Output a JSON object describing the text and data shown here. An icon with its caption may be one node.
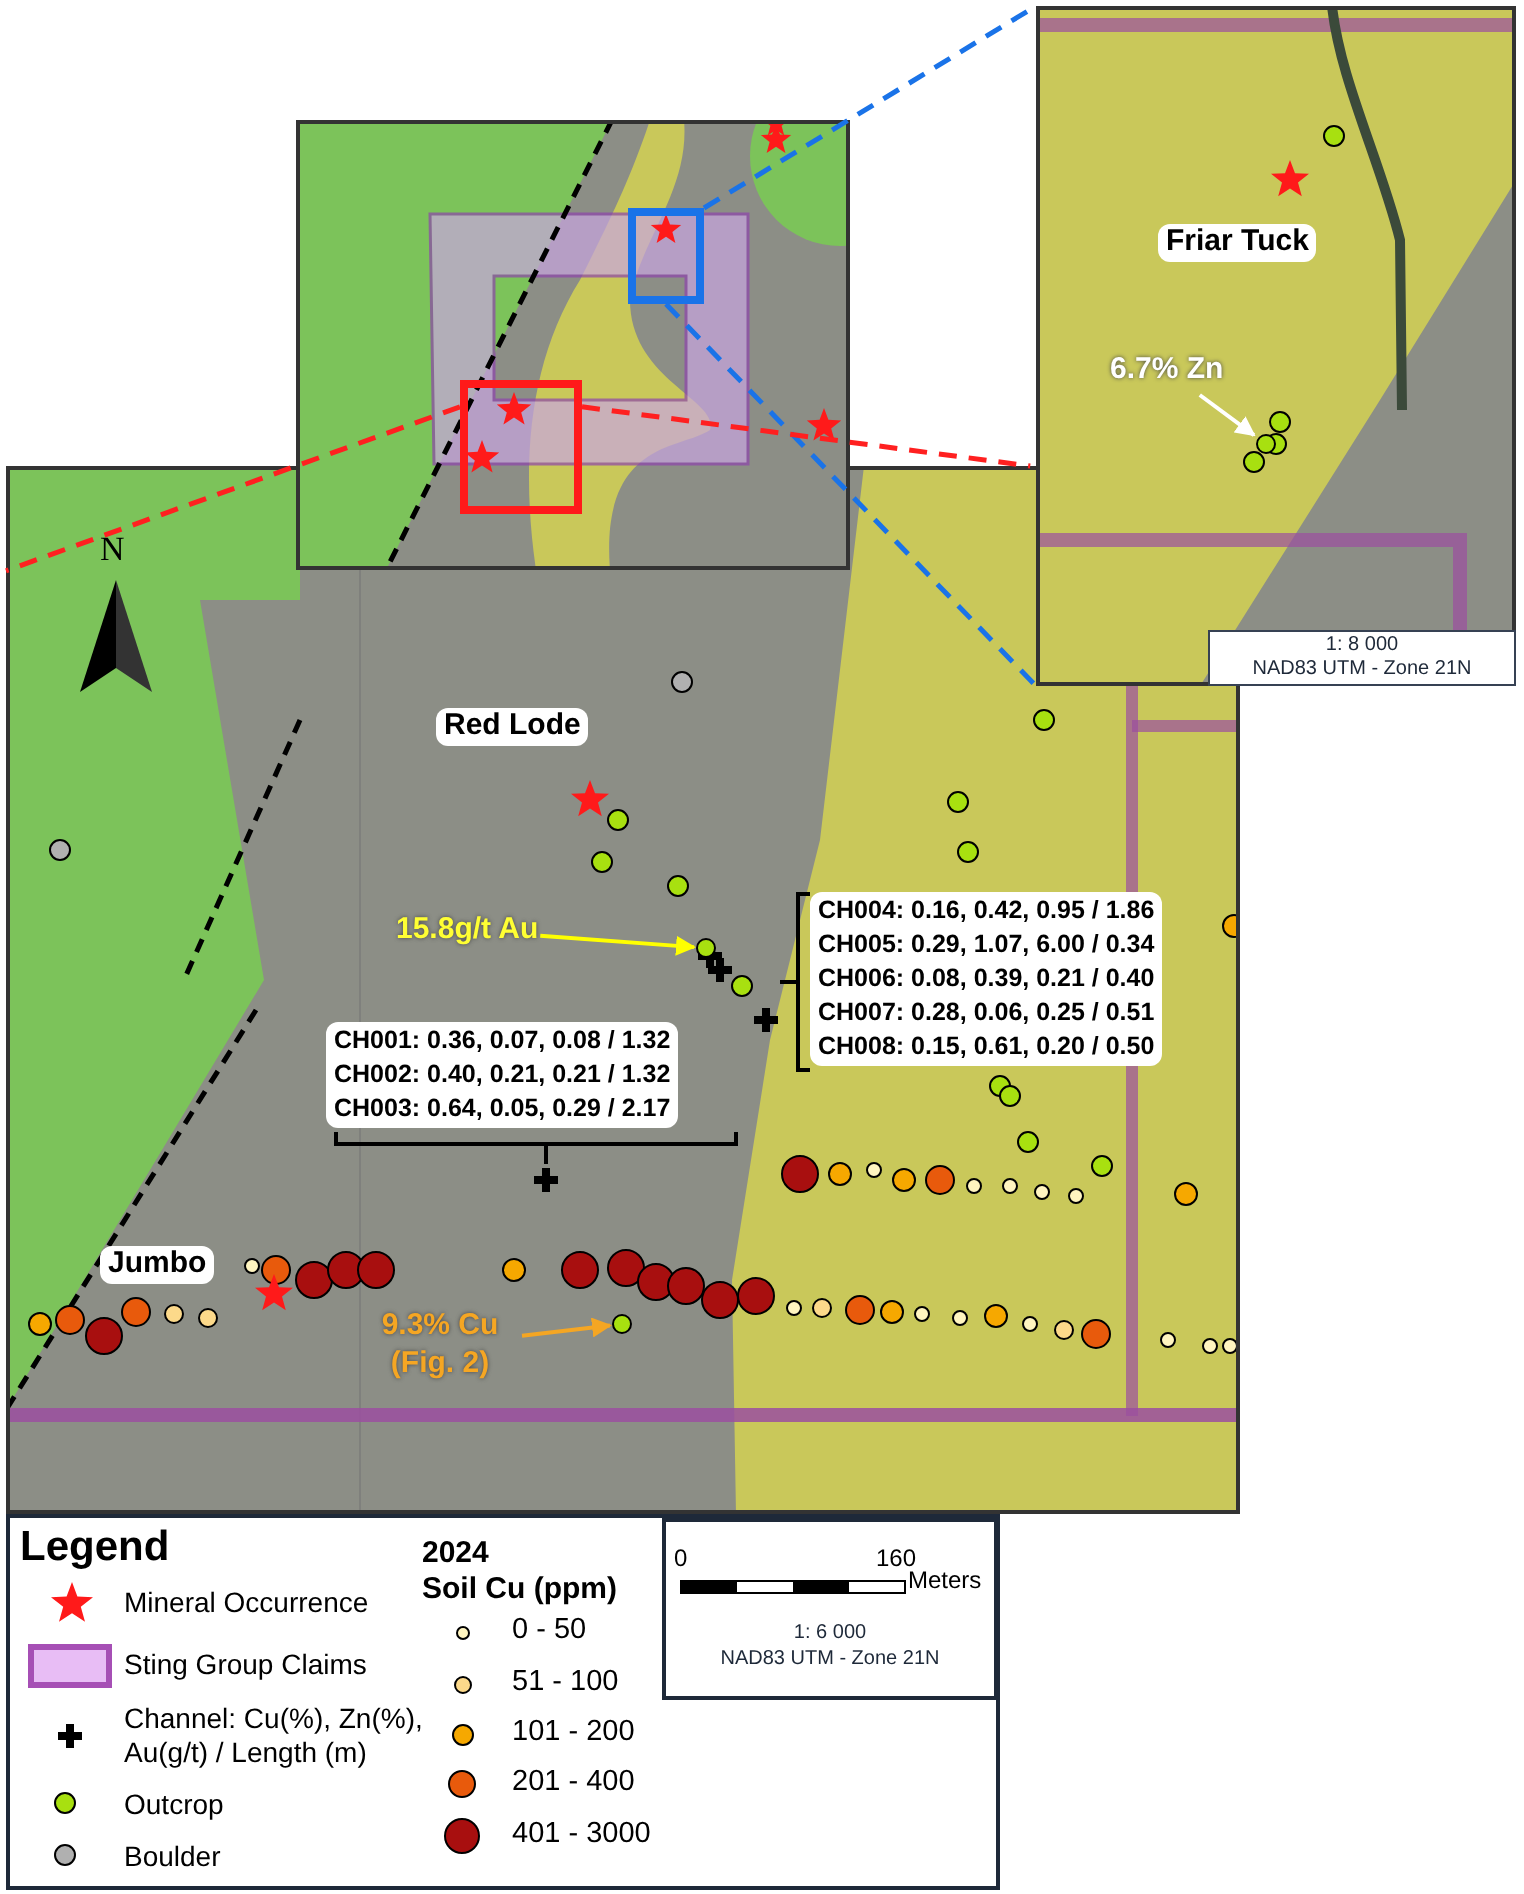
{
  "diagram": {
    "nodes": [
      {
        "text": [],
        "shape": "box"
      },
      {
        "text": [],
        "shape": "box",
        "in": 0
      },
      {
        "text": [],
        "shape": "box",
        "in": 0
      },
      {
        "text": [],
        "shape": "box"
      },
      {
        "text": [
          "6.7% Zn"
        ],
        "in": 3
      },
      {
        "text": [],
        "shape": "circle",
        "in": 3
      },
      {
        "text": [],
        "shape": "box"
      },
      {
        "text": [
          "15.8g/t Au"
        ],
        "in": 6
      },
      {
        "text": [],
        "shape": "circle",
        "in": 6
      },
      {
        "text": [
          "9.3% Cu (Fig. 2)"
        ],
        "in": 6
      },
      {
        "text": [],
        "shape": "circle",
        "in": 6
      }
    ],
    "edges": [
      {
        "from": 7,
        "to": 8,
        "arrow": "to",
        "color": "#ffff00"
      },
      {
        "from": 9,
        "to": 10,
        "arrow": "to",
        "color": "#f5a623"
      },
      {
        "from": 4,
        "to": 5,
        "arrow": "to",
        "color": "#ffffff"
      },
      {
        "from": 1,
        "to": 3,
        "arrow": "none",
        "style": "dashed",
        "color": "#1a73e8"
      },
      {
        "from": 1,
        "to": 3,
        "arrow": "none",
        "style": "dashed",
        "color": "#1a73e8"
      },
      {
        "from": 2,
        "to": 6,
        "arrow": "none",
        "style": "dashed",
        "color": "#ff2020"
      },
      {
        "from": 2,
        "to": 6,
        "arrow": "none",
        "style": "dashed",
        "color": "#ff2020"
      }
    ],
    "labels": [
      "N",
      "Red Lode",
      "Friar Tuck",
      "CH004: 0.16, 0.42, 0.95 / 1.86",
      "CH005: 0.29, 1.07, 6.00 / 0.34",
      "CH006: 0.08, 0.39, 0.21 / 0.40",
      "CH007: 0.28, 0.06, 0.25 / 0.51",
      "CH008: 0.15, 0.61, 0.20 / 0.50",
      "CH001: 0.36, 0.07, 0.08 / 1.32",
      "CH002: 0.40, 0.21, 0.21 / 1.32",
      "CH003: 0.64, 0.05, 0.29 / 2.17",
      "1: 8 000",
      "NAD83 UTM - Zone 21N",
      "Jumbo",
      "Legend",
      "2024",
      "Soil Cu (ppm)",
      "0",
      "160",
      "Meters",
      "1: 6 000",
      "NAD83 UTM - Zone 21N"
    ],
    "legend": [
      {
        "text": "Mineral Occurrence"
      },
      {
        "text": "Sting Group Claims",
        "color": "#e8bdf5"
      },
      {
        "text": "Channel: Cu(%), Zn(%), Au(g/t) / Length (m)"
      },
      {
        "text": "Outcrop",
        "color": "#a8e010"
      },
      {
        "text": "Boulder",
        "color": "#b0b0b0"
      },
      {
        "text": "0 - 50",
        "color": "#fff5c0"
      },
      {
        "text": "51 - 100",
        "color": "#fcd98a"
      },
      {
        "text": "101 - 200",
        "color": "#f6a800"
      },
      {
        "text": "201 - 400",
        "color": "#e85a0c"
      },
      {
        "text": "401 - 3000",
        "color": "#a80f0f"
      }
    ]
  }
}
